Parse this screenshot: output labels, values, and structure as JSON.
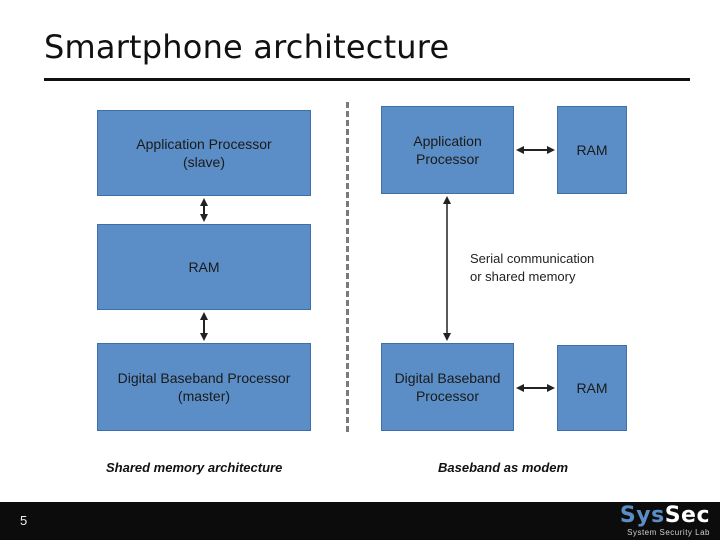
{
  "slide": {
    "title": "Smartphone architecture",
    "page_number": "5"
  },
  "left_diagram": {
    "caption": "Shared memory architecture",
    "boxes": [
      {
        "text": "Application Processor\n(slave)"
      },
      {
        "text": "RAM"
      },
      {
        "text": "Digital Baseband Processor\n(master)"
      }
    ]
  },
  "right_diagram": {
    "caption": "Baseband as modem",
    "boxes": [
      {
        "text": "Application\nProcessor"
      },
      {
        "text": "RAM"
      },
      {
        "text": "Digital Baseband\nProcessor"
      },
      {
        "text": "RAM"
      }
    ],
    "link_label_line1": "Serial communication",
    "link_label_line2": "or shared memory"
  },
  "logo": {
    "sys": "Sys",
    "sec": "Sec",
    "subtitle": "System Security Lab"
  },
  "colors": {
    "box_fill": "#5b8ec6",
    "box_border": "#3d6fa8",
    "footer_bg": "#0c0c0c"
  }
}
